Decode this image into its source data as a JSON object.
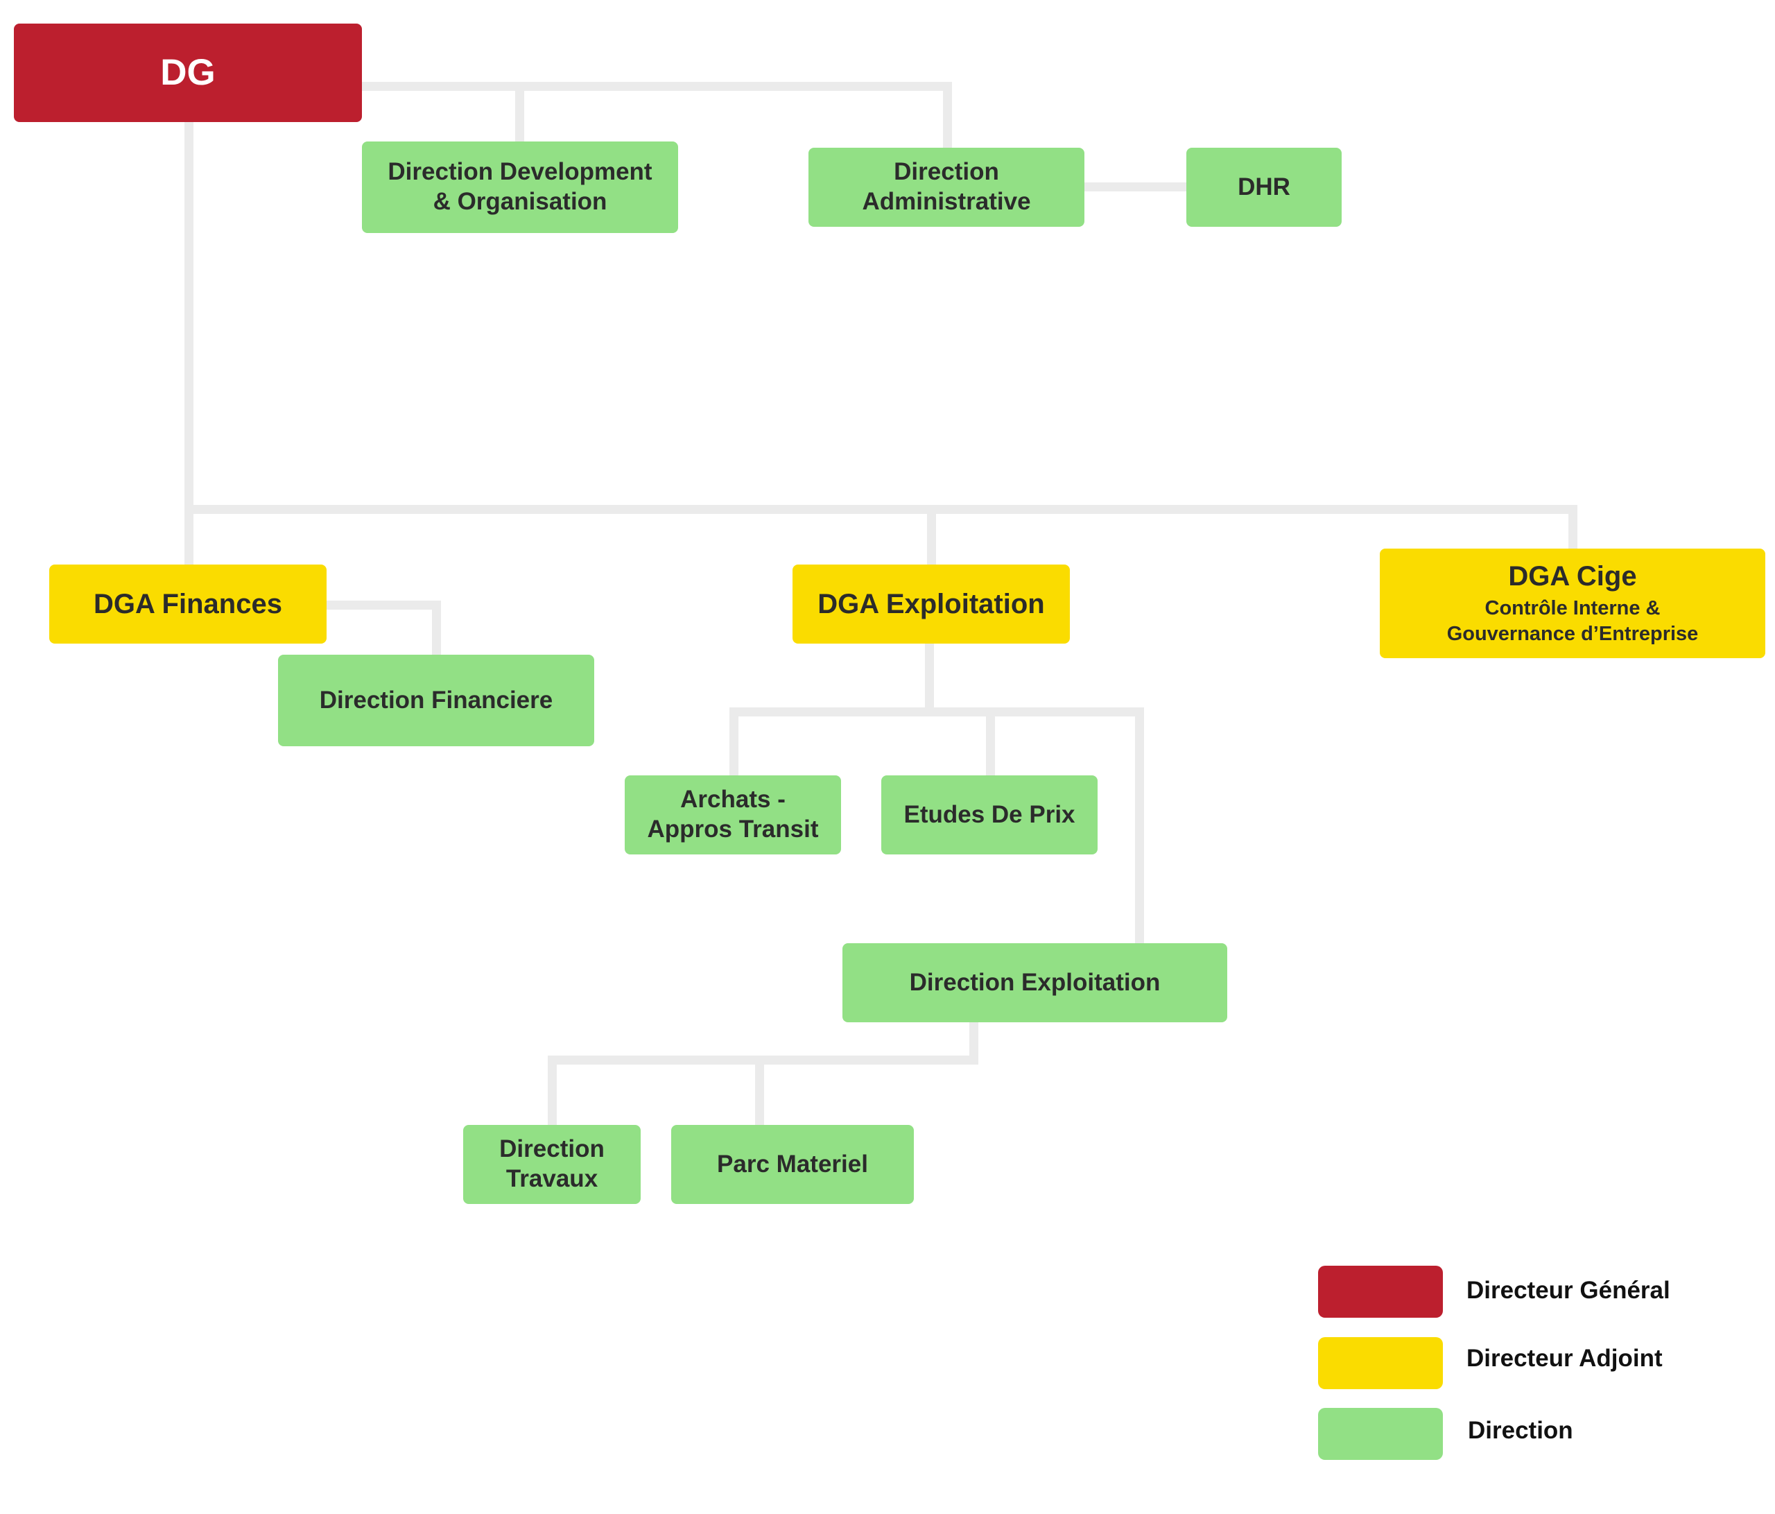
{
  "colors": {
    "dg": "#bc1f2e",
    "dga": "#fadc00",
    "direction": "#92e085",
    "connector": "#ebebeb"
  },
  "nodes": {
    "dg": {
      "label": "DG"
    },
    "dev_org": {
      "line1": "Direction Development",
      "line2": "& Organisation"
    },
    "admin": {
      "line1": "Direction",
      "line2": "Administrative"
    },
    "dhr": {
      "label": "DHR"
    },
    "dga_finances": {
      "label": "DGA Finances"
    },
    "dir_financiere": {
      "label": "Direction Financiere"
    },
    "dga_exploitation": {
      "label": "DGA Exploitation"
    },
    "dga_cige": {
      "label": "DGA Cige",
      "sub1": "Contrôle Interne &",
      "sub2": "Gouvernance d’Entreprise"
    },
    "archats": {
      "line1": "Archats -",
      "line2": "Appros Transit"
    },
    "etudes": {
      "label": "Etudes De Prix"
    },
    "dir_exploitation": {
      "label": "Direction Exploitation"
    },
    "travaux": {
      "line1": "Direction",
      "line2": "Travaux"
    },
    "parc": {
      "label": "Parc Materiel"
    }
  },
  "legend": {
    "dg": "Directeur Général",
    "dga": "Directeur Adjoint",
    "direction": "Direction"
  }
}
